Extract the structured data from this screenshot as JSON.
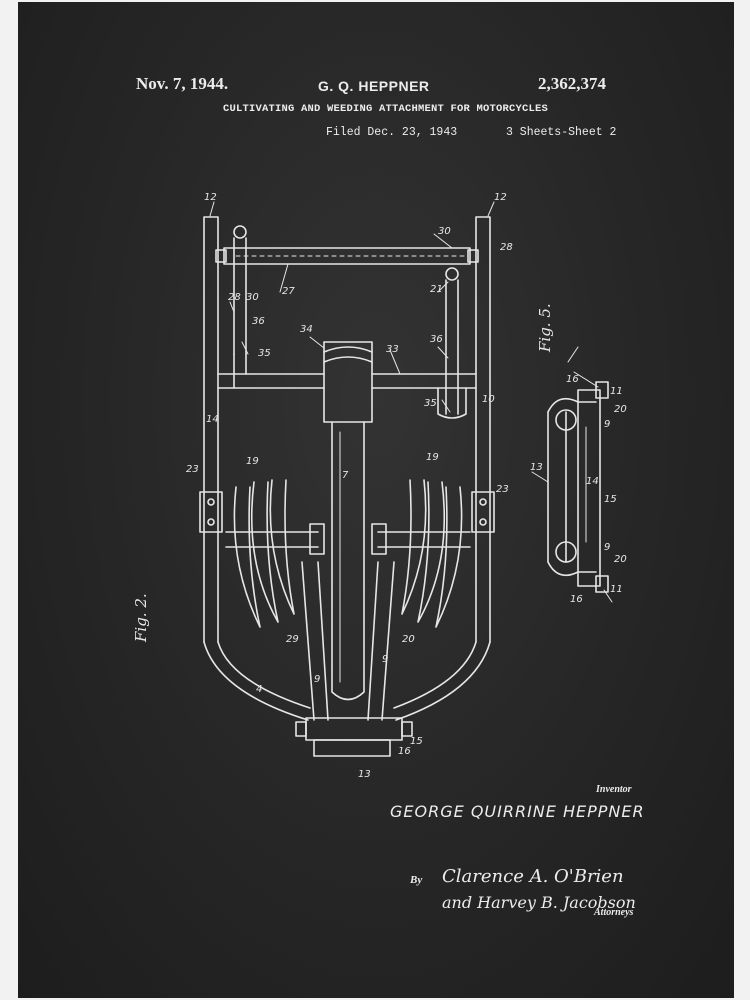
{
  "header": {
    "date": "Nov. 7, 1944.",
    "inventor": "G. Q. HEPPNER",
    "patent_number": "2,362,374",
    "title": "CULTIVATING AND WEEDING ATTACHMENT FOR MOTORCYCLES",
    "filed": "Filed Dec. 23, 1943",
    "sheets": "3 Sheets-Sheet 2"
  },
  "figures": {
    "fig2_label": "Fig. 2.",
    "fig5_label": "Fig. 5."
  },
  "refs": {
    "r12": "12",
    "r28": "28",
    "r30": "30",
    "r27": "27",
    "r21": "21",
    "r36": "36",
    "r35": "35",
    "r34": "34",
    "r33": "33",
    "r10": "10",
    "r14": "14",
    "r23": "23",
    "r19": "19",
    "r7": "7",
    "r29": "29",
    "r20": "20",
    "r9": "9",
    "r13": "13",
    "r16": "16",
    "r15": "15",
    "r11": "11",
    "r4": "4"
  },
  "signature": {
    "inventor_label": "Inventor",
    "inventor_name": "GEORGE QUIRRINE HEPPNER",
    "by_label": "By",
    "attorney_line1": "Clarence A. O'Brien",
    "attorney_line2": "and Harvey B. Jacobson",
    "attorneys_label": "Attorneys"
  },
  "colors": {
    "background": "#262626",
    "chalk": "#ececec"
  }
}
